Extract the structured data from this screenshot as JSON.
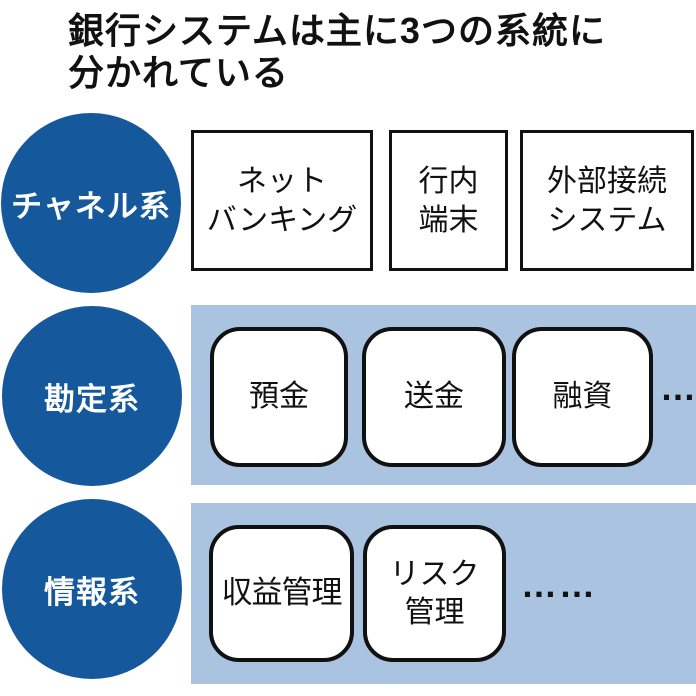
{
  "title": "銀行システムは主に3つの系統に\n分かれている",
  "colors": {
    "circle_blue": "#15589c",
    "band_blue": "#aac3e0",
    "box_border": "#111111",
    "circle_text": "#ffffff",
    "text": "#111111",
    "background": "#ffffff"
  },
  "rows": [
    {
      "name": "channel",
      "label": "チャネル系",
      "boxes": [
        {
          "label": "ネット\nバンキング"
        },
        {
          "label": "行内\n端末"
        },
        {
          "label": "外部接続\nシステム"
        }
      ]
    },
    {
      "name": "core-banking",
      "label": "勘定系",
      "boxes": [
        {
          "label": "預金"
        },
        {
          "label": "送金"
        },
        {
          "label": "融資"
        }
      ],
      "ellipsis": "…"
    },
    {
      "name": "information",
      "label": "情報系",
      "boxes": [
        {
          "label": "収益管理"
        },
        {
          "label": "リスク\n管理"
        }
      ],
      "ellipsis": "……"
    }
  ]
}
